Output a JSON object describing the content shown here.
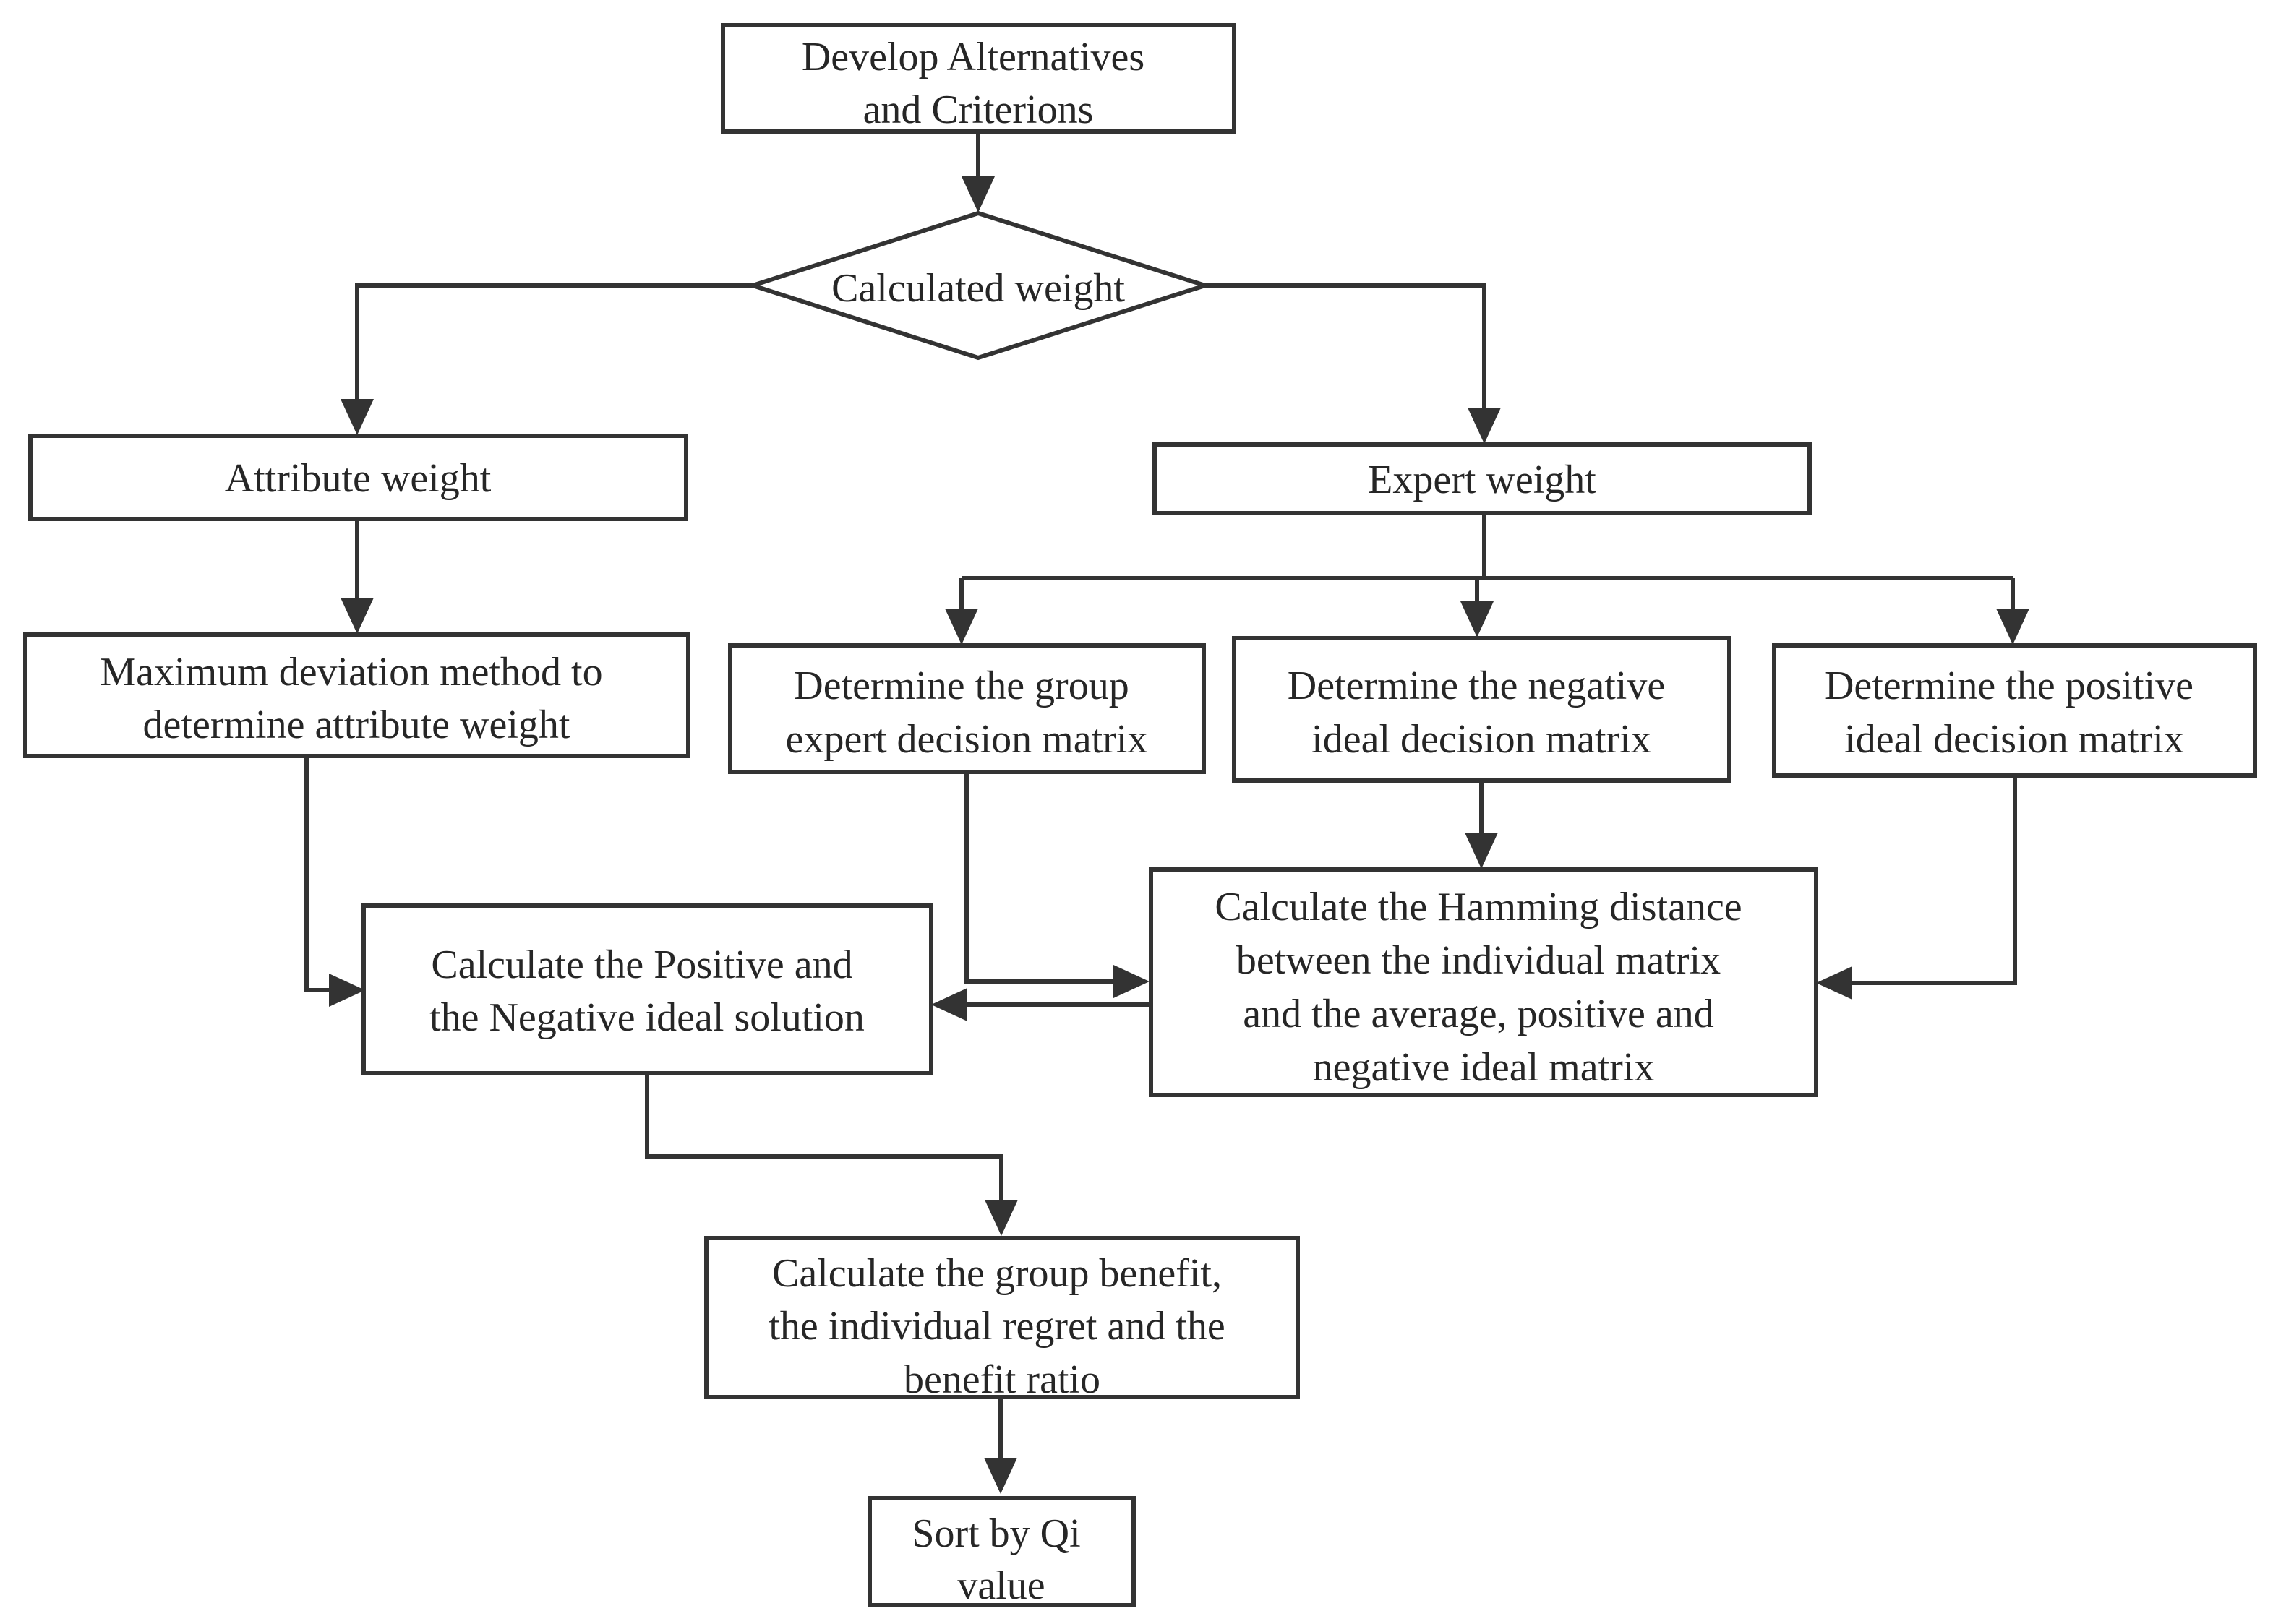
{
  "diagram": {
    "nodes": {
      "develop": [
        "Develop Alternatives",
        "and Criterions"
      ],
      "calc_weight": [
        "Calculated weight"
      ],
      "attr_weight": [
        "Attribute weight"
      ],
      "expert_weight": [
        "Expert weight"
      ],
      "max_dev": [
        "Maximum deviation method to",
        "determine attribute weight"
      ],
      "group_matrix": [
        "Determine the group",
        "expert decision matrix"
      ],
      "neg_matrix": [
        "Determine the negative",
        "ideal decision matrix"
      ],
      "pos_matrix": [
        "Determine the positive",
        "ideal decision matrix"
      ],
      "pos_neg_solution": [
        "Calculate the Positive and",
        "the Negative ideal solution"
      ],
      "hamming": [
        "Calculate the Hamming distance",
        "between the individual matrix",
        "and the average, positive and",
        "negative ideal matrix"
      ],
      "benefit": [
        "Calculate the group benefit,",
        "the individual regret  and the",
        "benefit ratio"
      ],
      "sort": [
        "Sort by Qi",
        "value"
      ]
    },
    "colors": {
      "stroke": "#333333",
      "text": "#262626",
      "background": "#ffffff"
    }
  }
}
